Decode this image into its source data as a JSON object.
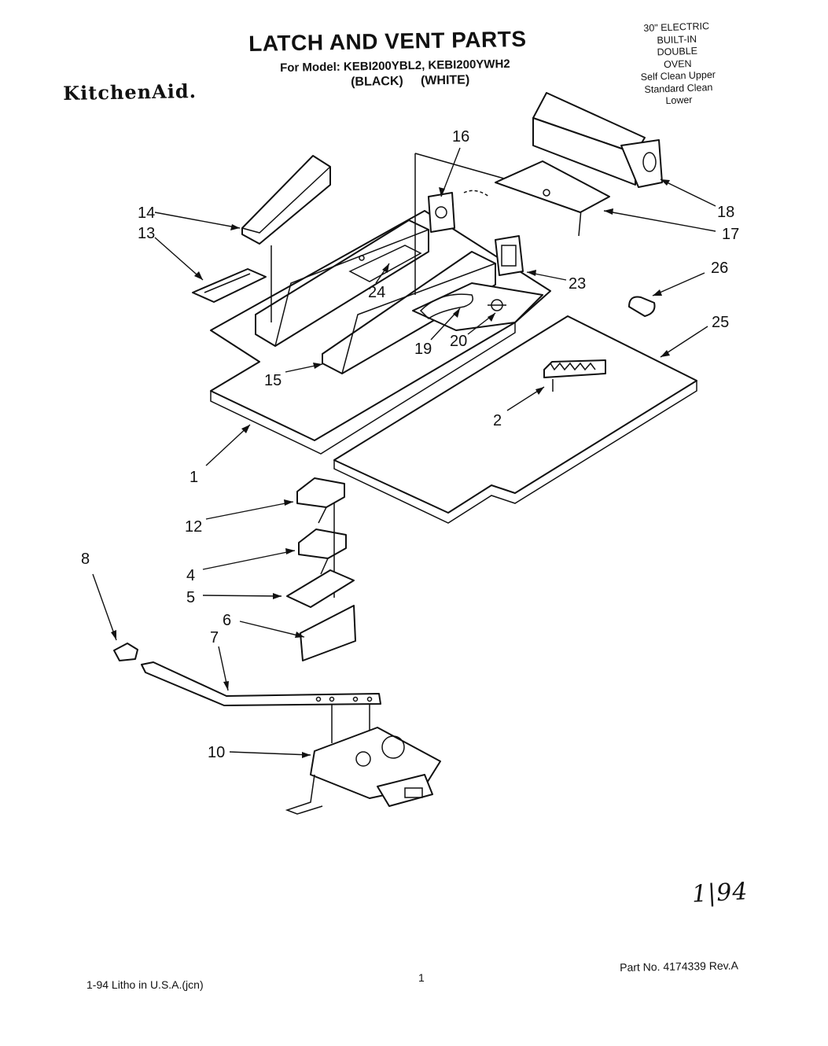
{
  "header": {
    "title": "LATCH AND VENT PARTS",
    "model_line": "For Model: KEBI200YBL2, KEBI200YWH2",
    "color_black": "(BLACK)",
    "color_white": "(WHITE)",
    "brand": "KitchenAid."
  },
  "spec_box": {
    "lines": [
      "30\" ELECTRIC",
      "BUILT-IN",
      "DOUBLE",
      "OVEN",
      "Self Clean Upper",
      "Standard Clean",
      "Lower"
    ]
  },
  "callouts": [
    "16",
    "14",
    "13",
    "18",
    "17",
    "26",
    "23",
    "24",
    "25",
    "19",
    "20",
    "15",
    "2",
    "1",
    "12",
    "8",
    "4",
    "5",
    "6",
    "7",
    "10"
  ],
  "footer": {
    "handwritten_date": "1|94",
    "litho": "1-94  Litho in U.S.A.(jcn)",
    "page_number": "1",
    "part_number": "Part No. 4174339 Rev.A"
  }
}
